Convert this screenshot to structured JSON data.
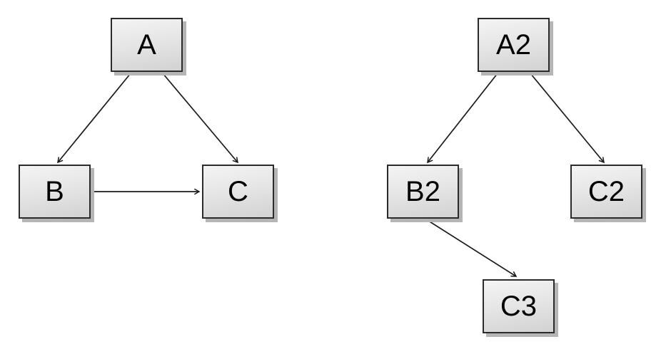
{
  "page": {
    "background_color": "#ffffff",
    "description": "Two directed node-link diagrams side by side"
  },
  "style": {
    "node_fill_top": "#f4f4f4",
    "node_fill_bottom": "#d2d2d2",
    "node_border_color": "#2b2b2b",
    "node_shadow_color": "#b5b5b5",
    "edge_color": "#1a1a1a",
    "text_color": "#000000"
  },
  "diagrams": [
    {
      "name": "left-graph",
      "nodes": [
        {
          "id": "A",
          "label": "A"
        },
        {
          "id": "B",
          "label": "B"
        },
        {
          "id": "C",
          "label": "C"
        }
      ],
      "edges": [
        {
          "from": "A",
          "to": "B"
        },
        {
          "from": "A",
          "to": "C"
        },
        {
          "from": "B",
          "to": "C"
        }
      ]
    },
    {
      "name": "right-graph",
      "nodes": [
        {
          "id": "A2",
          "label": "A2"
        },
        {
          "id": "B2",
          "label": "B2"
        },
        {
          "id": "C2",
          "label": "C2"
        },
        {
          "id": "C3",
          "label": "C3"
        }
      ],
      "edges": [
        {
          "from": "A2",
          "to": "B2"
        },
        {
          "from": "A2",
          "to": "C2"
        },
        {
          "from": "B2",
          "to": "C3"
        }
      ]
    }
  ]
}
